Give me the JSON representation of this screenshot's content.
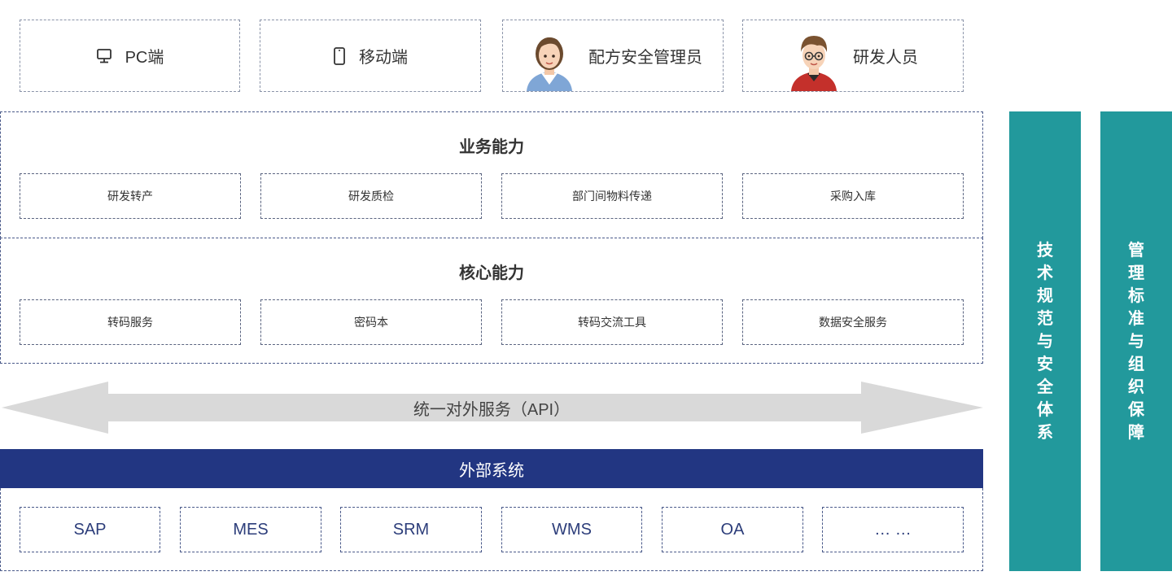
{
  "top": {
    "pc_label": "PC端",
    "mobile_label": "移动端",
    "formula_admin_label": "配方安全管理员",
    "rd_staff_label": "研发人员",
    "icons": {
      "pc": "monitor-icon",
      "mobile": "smartphone-icon",
      "admin": "female-avatar-icon",
      "rd": "male-avatar-icon"
    }
  },
  "business": {
    "title": "业务能力",
    "items": [
      "研发转产",
      "研发质检",
      "部门间物料传递",
      "采购入库"
    ]
  },
  "core": {
    "title": "核心能力",
    "items": [
      "转码服务",
      "密码本",
      "转码交流工具",
      "数据安全服务"
    ]
  },
  "api": {
    "label": "统一对外服务（API）"
  },
  "external": {
    "title": "外部系统",
    "items": [
      "SAP",
      "MES",
      "SRM",
      "WMS",
      "OA",
      "… …"
    ]
  },
  "side": {
    "tech": "技术规范与安全体系",
    "mgmt": "管理标准与组织保障"
  },
  "colors": {
    "external_bar": "#223682",
    "side_columns": "#22999c",
    "api_arrow": "#d9d9d9",
    "external_text": "#2c3d7a"
  }
}
